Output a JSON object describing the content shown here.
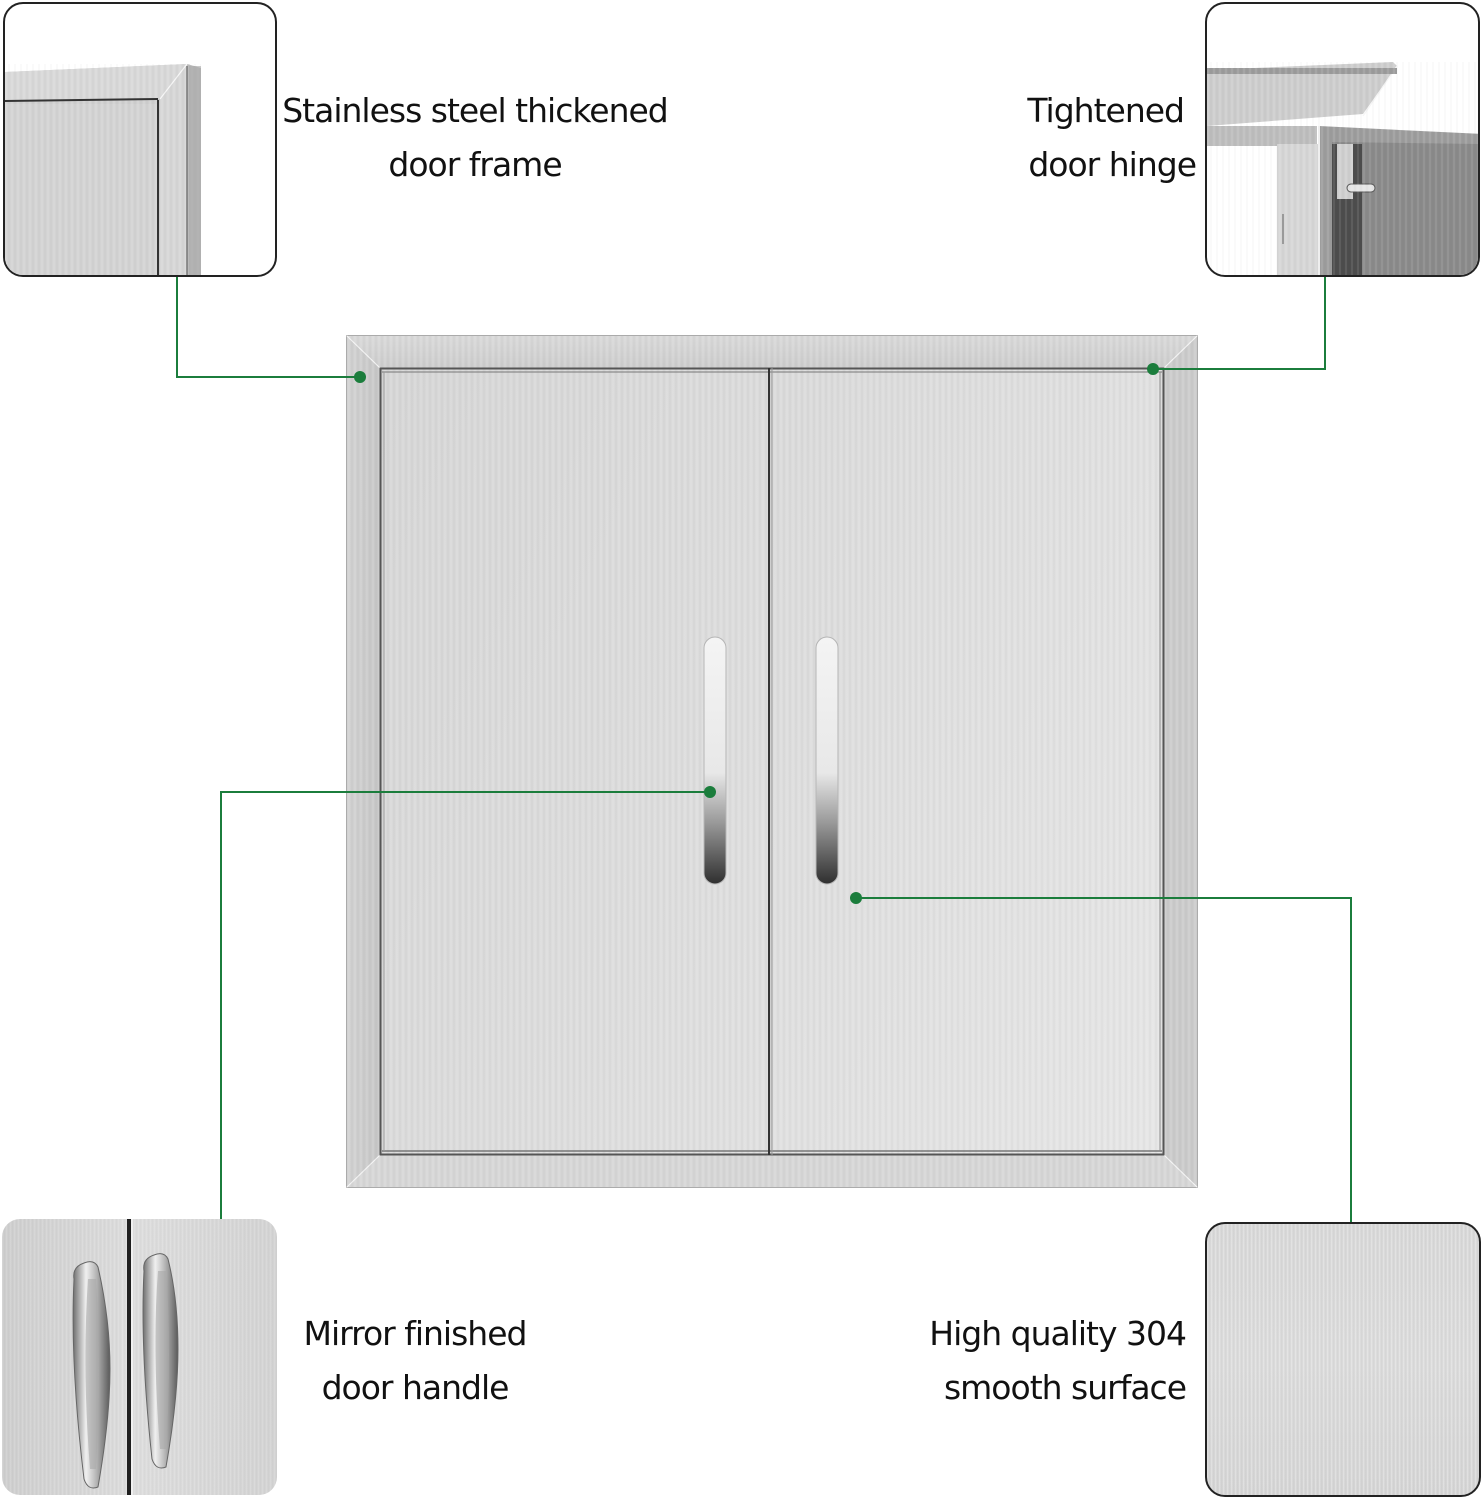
{
  "features": [
    {
      "id": "frame",
      "line1": "Stainless steel thickened",
      "line2": "door frame"
    },
    {
      "id": "hinge",
      "line1": "Tightened",
      "line2": "door hinge"
    },
    {
      "id": "handle",
      "line1": "Mirror finished",
      "line2": "door handle"
    },
    {
      "id": "surface",
      "line1": "High quality 304",
      "line2": "smooth surface"
    }
  ],
  "colors": {
    "connector": "#1b7d3c",
    "steel_light": "#e2e2e2",
    "steel_mid": "#cccccc",
    "steel_dark": "#8a8a8a",
    "text": "#111111"
  }
}
